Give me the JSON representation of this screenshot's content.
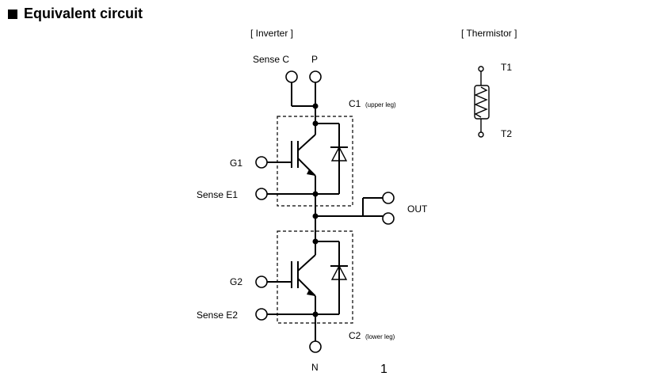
{
  "heading": {
    "text": "Equivalent circuit"
  },
  "sections": {
    "inverter": "[ Inverter ]",
    "thermistor": "[ Thermistor ]"
  },
  "terminals": {
    "sense_c": "Sense C",
    "p": "P",
    "g1": "G1",
    "sense_e1": "Sense E1",
    "out": "OUT",
    "g2": "G2",
    "sense_e2": "Sense E2",
    "n": "N",
    "t1": "T1",
    "t2": "T2"
  },
  "legs": {
    "c1": "C1",
    "c1_note": "(upper leg)",
    "c2": "C2",
    "c2_note": "(lower leg)"
  },
  "page_number": "1"
}
